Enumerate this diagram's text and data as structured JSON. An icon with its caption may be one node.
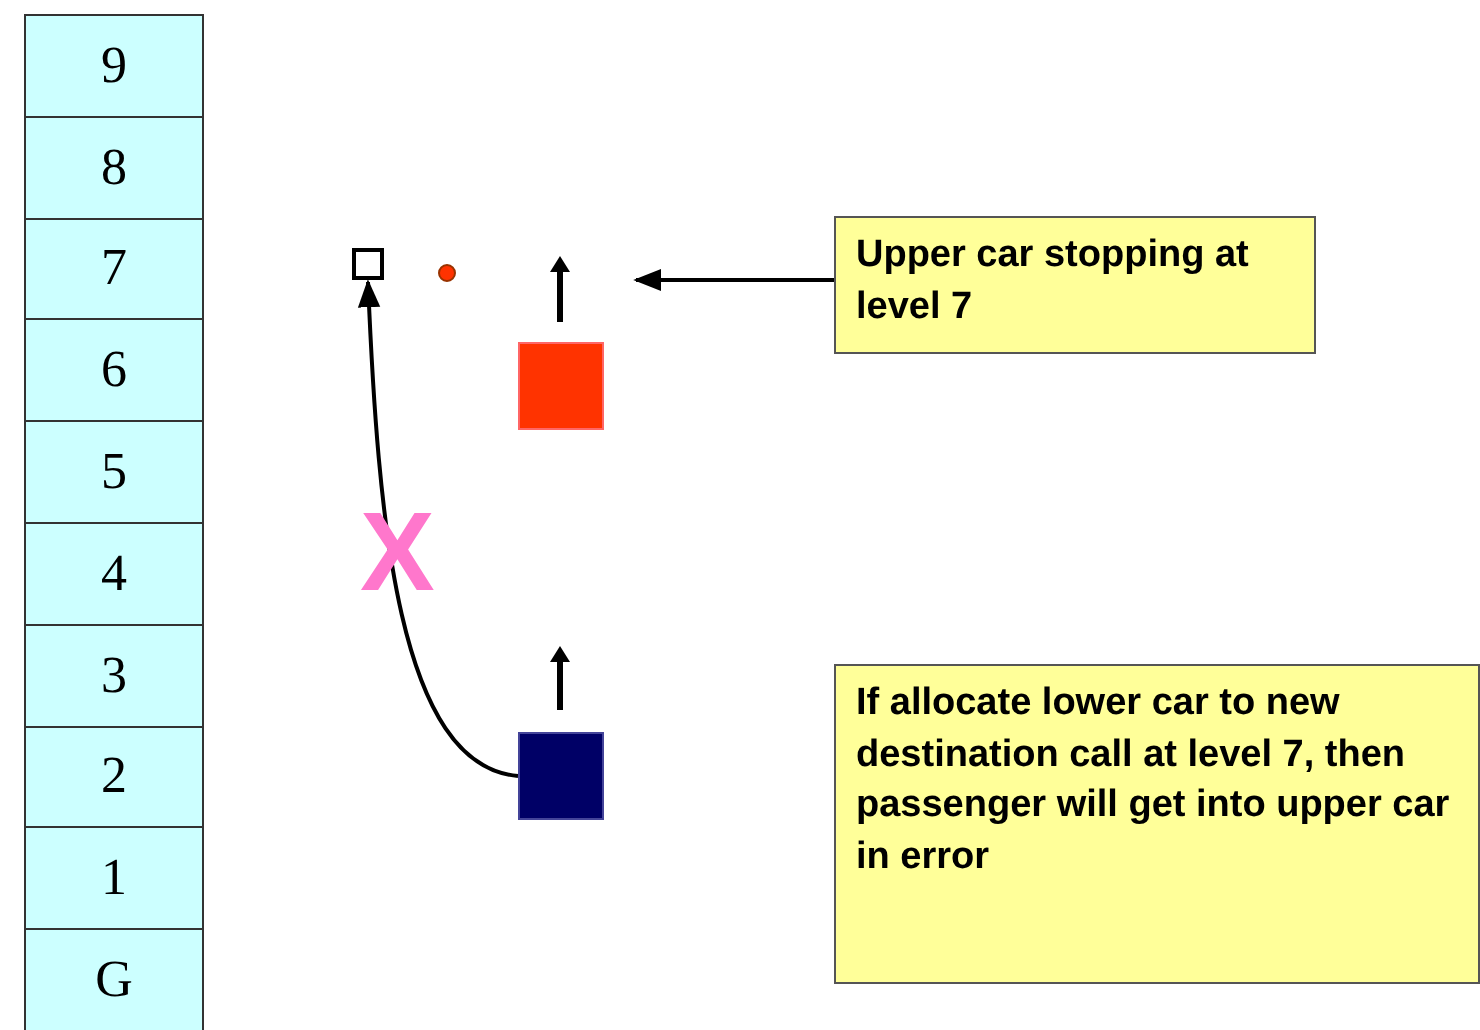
{
  "diagram": {
    "nodes": [
      {
        "text": [
          "9"
        ]
      },
      {
        "text": [
          "8"
        ]
      },
      {
        "text": [
          "7"
        ]
      },
      {
        "text": [
          "6"
        ]
      },
      {
        "text": [
          "5"
        ]
      },
      {
        "text": [
          "4"
        ]
      },
      {
        "text": [
          "3"
        ]
      },
      {
        "text": [
          "2"
        ]
      },
      {
        "text": [
          "1"
        ]
      },
      {
        "text": [
          "G"
        ]
      },
      {
        "text": [],
        "shape": "box"
      },
      {
        "text": [],
        "shape": "circle"
      },
      {
        "text": [],
        "shape": "box"
      },
      {
        "text": [
          "Upper car stopping at level 7"
        ]
      },
      {
        "text": [],
        "shape": "box"
      },
      {
        "text": [
          "If allocate lower car to new destination call at level 7, then passenger will get into upper car in error"
        ]
      }
    ],
    "edges": [
      {
        "from": 14,
        "to": 10,
        "arrow": "to"
      },
      {
        "from": 13,
        "to": null,
        "arrow": "to"
      }
    ],
    "labels": [
      "X"
    ]
  }
}
